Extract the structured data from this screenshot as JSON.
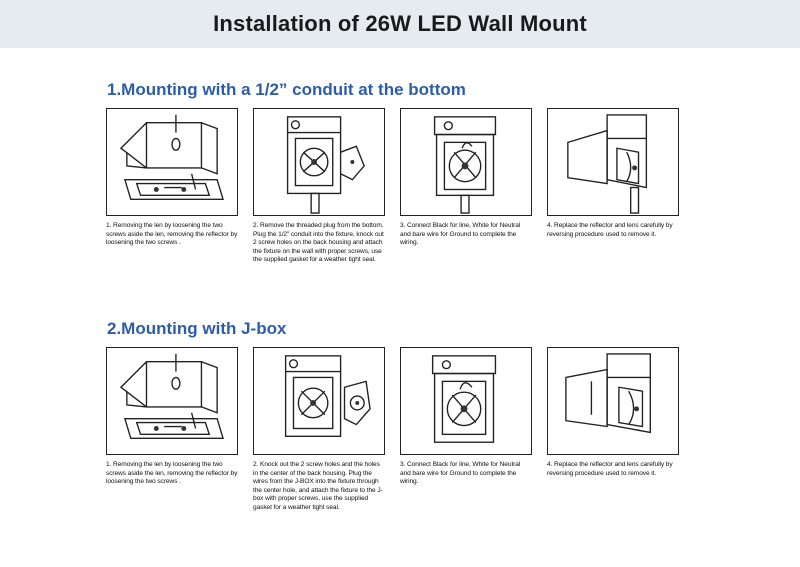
{
  "header": {
    "title": "Installation of 26W LED Wall Mount"
  },
  "sections": [
    {
      "title": "1.Mounting with a 1/2” conduit at the bottom",
      "steps": [
        {
          "caption": "1. Removing the len by loosening the two screws aside the len, removing the reflector by loosening the two screws ."
        },
        {
          "caption": "2. Remove the threaded plug from the bottom. Plug the 1/2” conduit into the fixture, knock out 2 screw holes on the back housing and attach the fixture on the wall with proper screws,  use the supplied gasket for a weather tight seal."
        },
        {
          "caption": "3. Connect Black for line, White for Neutral and bare wire for Ground to complete the wiring."
        },
        {
          "caption": "4. Replace the reflector and lens carefully by reversing procedure used to remove it."
        }
      ]
    },
    {
      "title": "2.Mounting with J-box",
      "steps": [
        {
          "caption": "1. Removing the len by loosening the two screws aside the len, removing the reflector by loosening the two screws ."
        },
        {
          "caption": "2. Knock out the 2 screw holes and the holes in the center of the back housing. Plug the wires from the J-BOX into the fixture through the center hole, and attach the fixture to the J-box with proper screws, use the supplied gasket for a weather tight seal."
        },
        {
          "caption": "3. Connect Black for line, White for Neutral and bare wire for Ground to complete the wiring."
        },
        {
          "caption": "4.  Replace the reflector and lens carefully by reversing procedure used to remove it."
        }
      ]
    }
  ]
}
